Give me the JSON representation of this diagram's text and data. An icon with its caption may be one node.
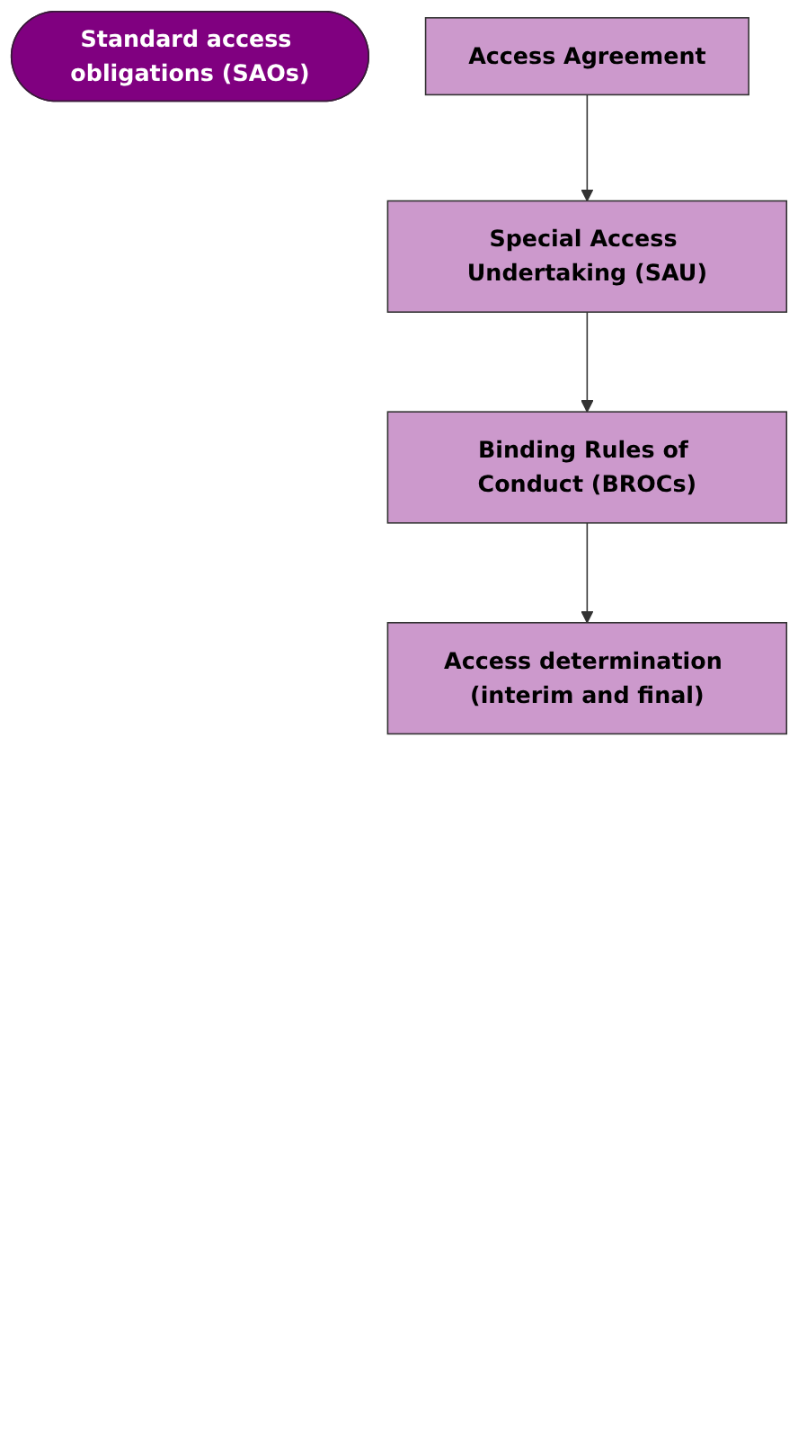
{
  "diagram": {
    "nodes": [
      {
        "text": [
          "Standard access obligations (SAOs)"
        ]
      },
      {
        "text": [
          "Access Agreement"
        ]
      },
      {
        "text": [
          "Special Access Undertaking (SAU)"
        ]
      },
      {
        "text": [
          "Binding Rules of Conduct (BROCs)"
        ]
      },
      {
        "text": [
          "Access determination (interim and final)"
        ]
      }
    ],
    "edges": [
      {
        "from": 1,
        "to": 2,
        "arrow": "to"
      },
      {
        "from": 2,
        "to": 3,
        "arrow": "to"
      },
      {
        "from": 3,
        "to": 4,
        "arrow": "to"
      }
    ]
  }
}
